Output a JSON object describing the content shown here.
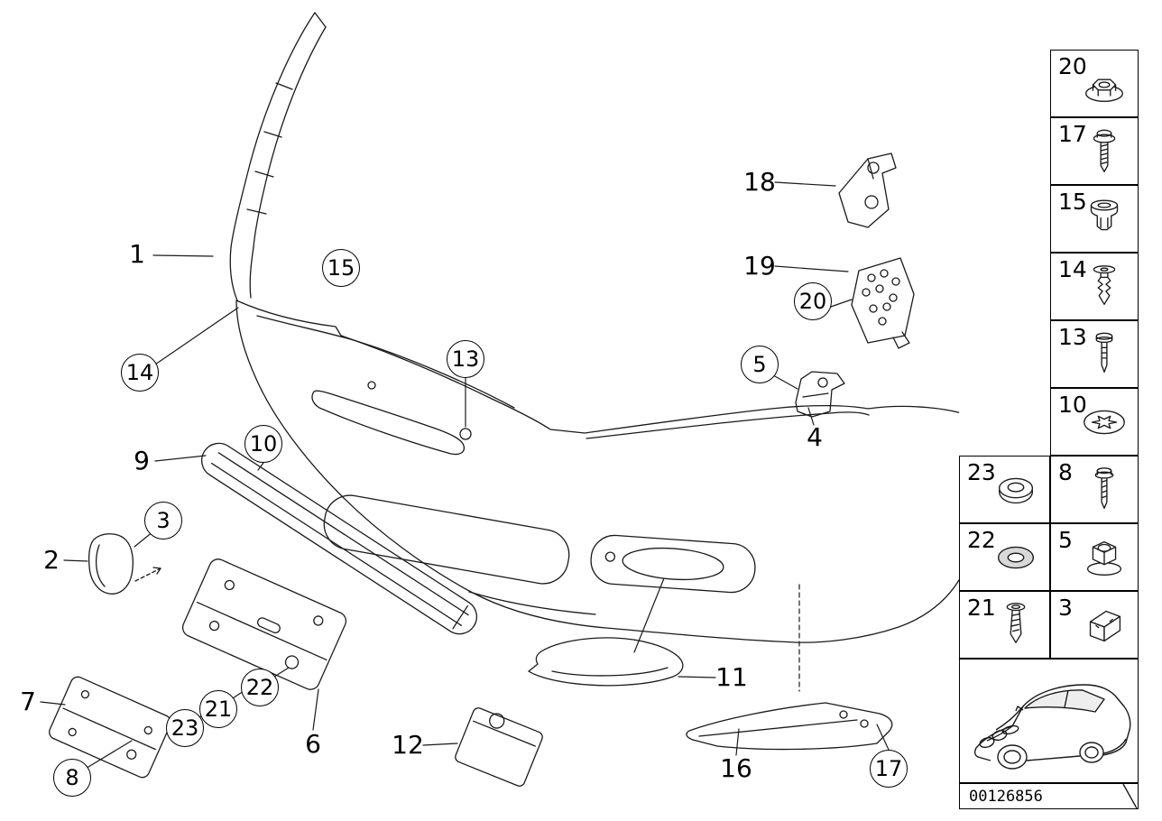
{
  "colors": {
    "line": "#1a1a1a",
    "background": "#ffffff"
  },
  "footer": {
    "part_number": "00126856"
  },
  "callouts": [
    {
      "label": "1",
      "circled": false
    },
    {
      "label": "15",
      "circled": true
    },
    {
      "label": "14",
      "circled": true
    },
    {
      "label": "13",
      "circled": true
    },
    {
      "label": "18",
      "circled": false
    },
    {
      "label": "19",
      "circled": false
    },
    {
      "label": "20",
      "circled": true
    },
    {
      "label": "5",
      "circled": true
    },
    {
      "label": "4",
      "circled": false
    },
    {
      "label": "9",
      "circled": false
    },
    {
      "label": "10",
      "circled": true
    },
    {
      "label": "3",
      "circled": true
    },
    {
      "label": "2",
      "circled": false
    },
    {
      "label": "22",
      "circled": true
    },
    {
      "label": "21",
      "circled": true
    },
    {
      "label": "23",
      "circled": true
    },
    {
      "label": "7",
      "circled": false
    },
    {
      "label": "8",
      "circled": true
    },
    {
      "label": "6",
      "circled": false
    },
    {
      "label": "12",
      "circled": false
    },
    {
      "label": "11",
      "circled": false
    },
    {
      "label": "16",
      "circled": false
    },
    {
      "label": "17",
      "circled": true
    }
  ],
  "sidebar": {
    "right_column": [
      {
        "label": "20",
        "icon": "flange-nut"
      },
      {
        "label": "17",
        "icon": "screw-with-washer"
      },
      {
        "label": "15",
        "icon": "expanding-grommet"
      },
      {
        "label": "14",
        "icon": "expansion-rivet"
      },
      {
        "label": "13",
        "icon": "blind-rivet"
      },
      {
        "label": "10",
        "icon": "serrated-washer"
      },
      {
        "label": "8",
        "icon": "screw"
      },
      {
        "label": "5",
        "icon": "hex-flange-nut"
      },
      {
        "label": "3",
        "icon": "bracket"
      }
    ],
    "left_column": [
      {
        "label": "23",
        "icon": "cover-cap"
      },
      {
        "label": "22",
        "icon": "washer"
      },
      {
        "label": "21",
        "icon": "self-tapping-screw"
      }
    ]
  }
}
